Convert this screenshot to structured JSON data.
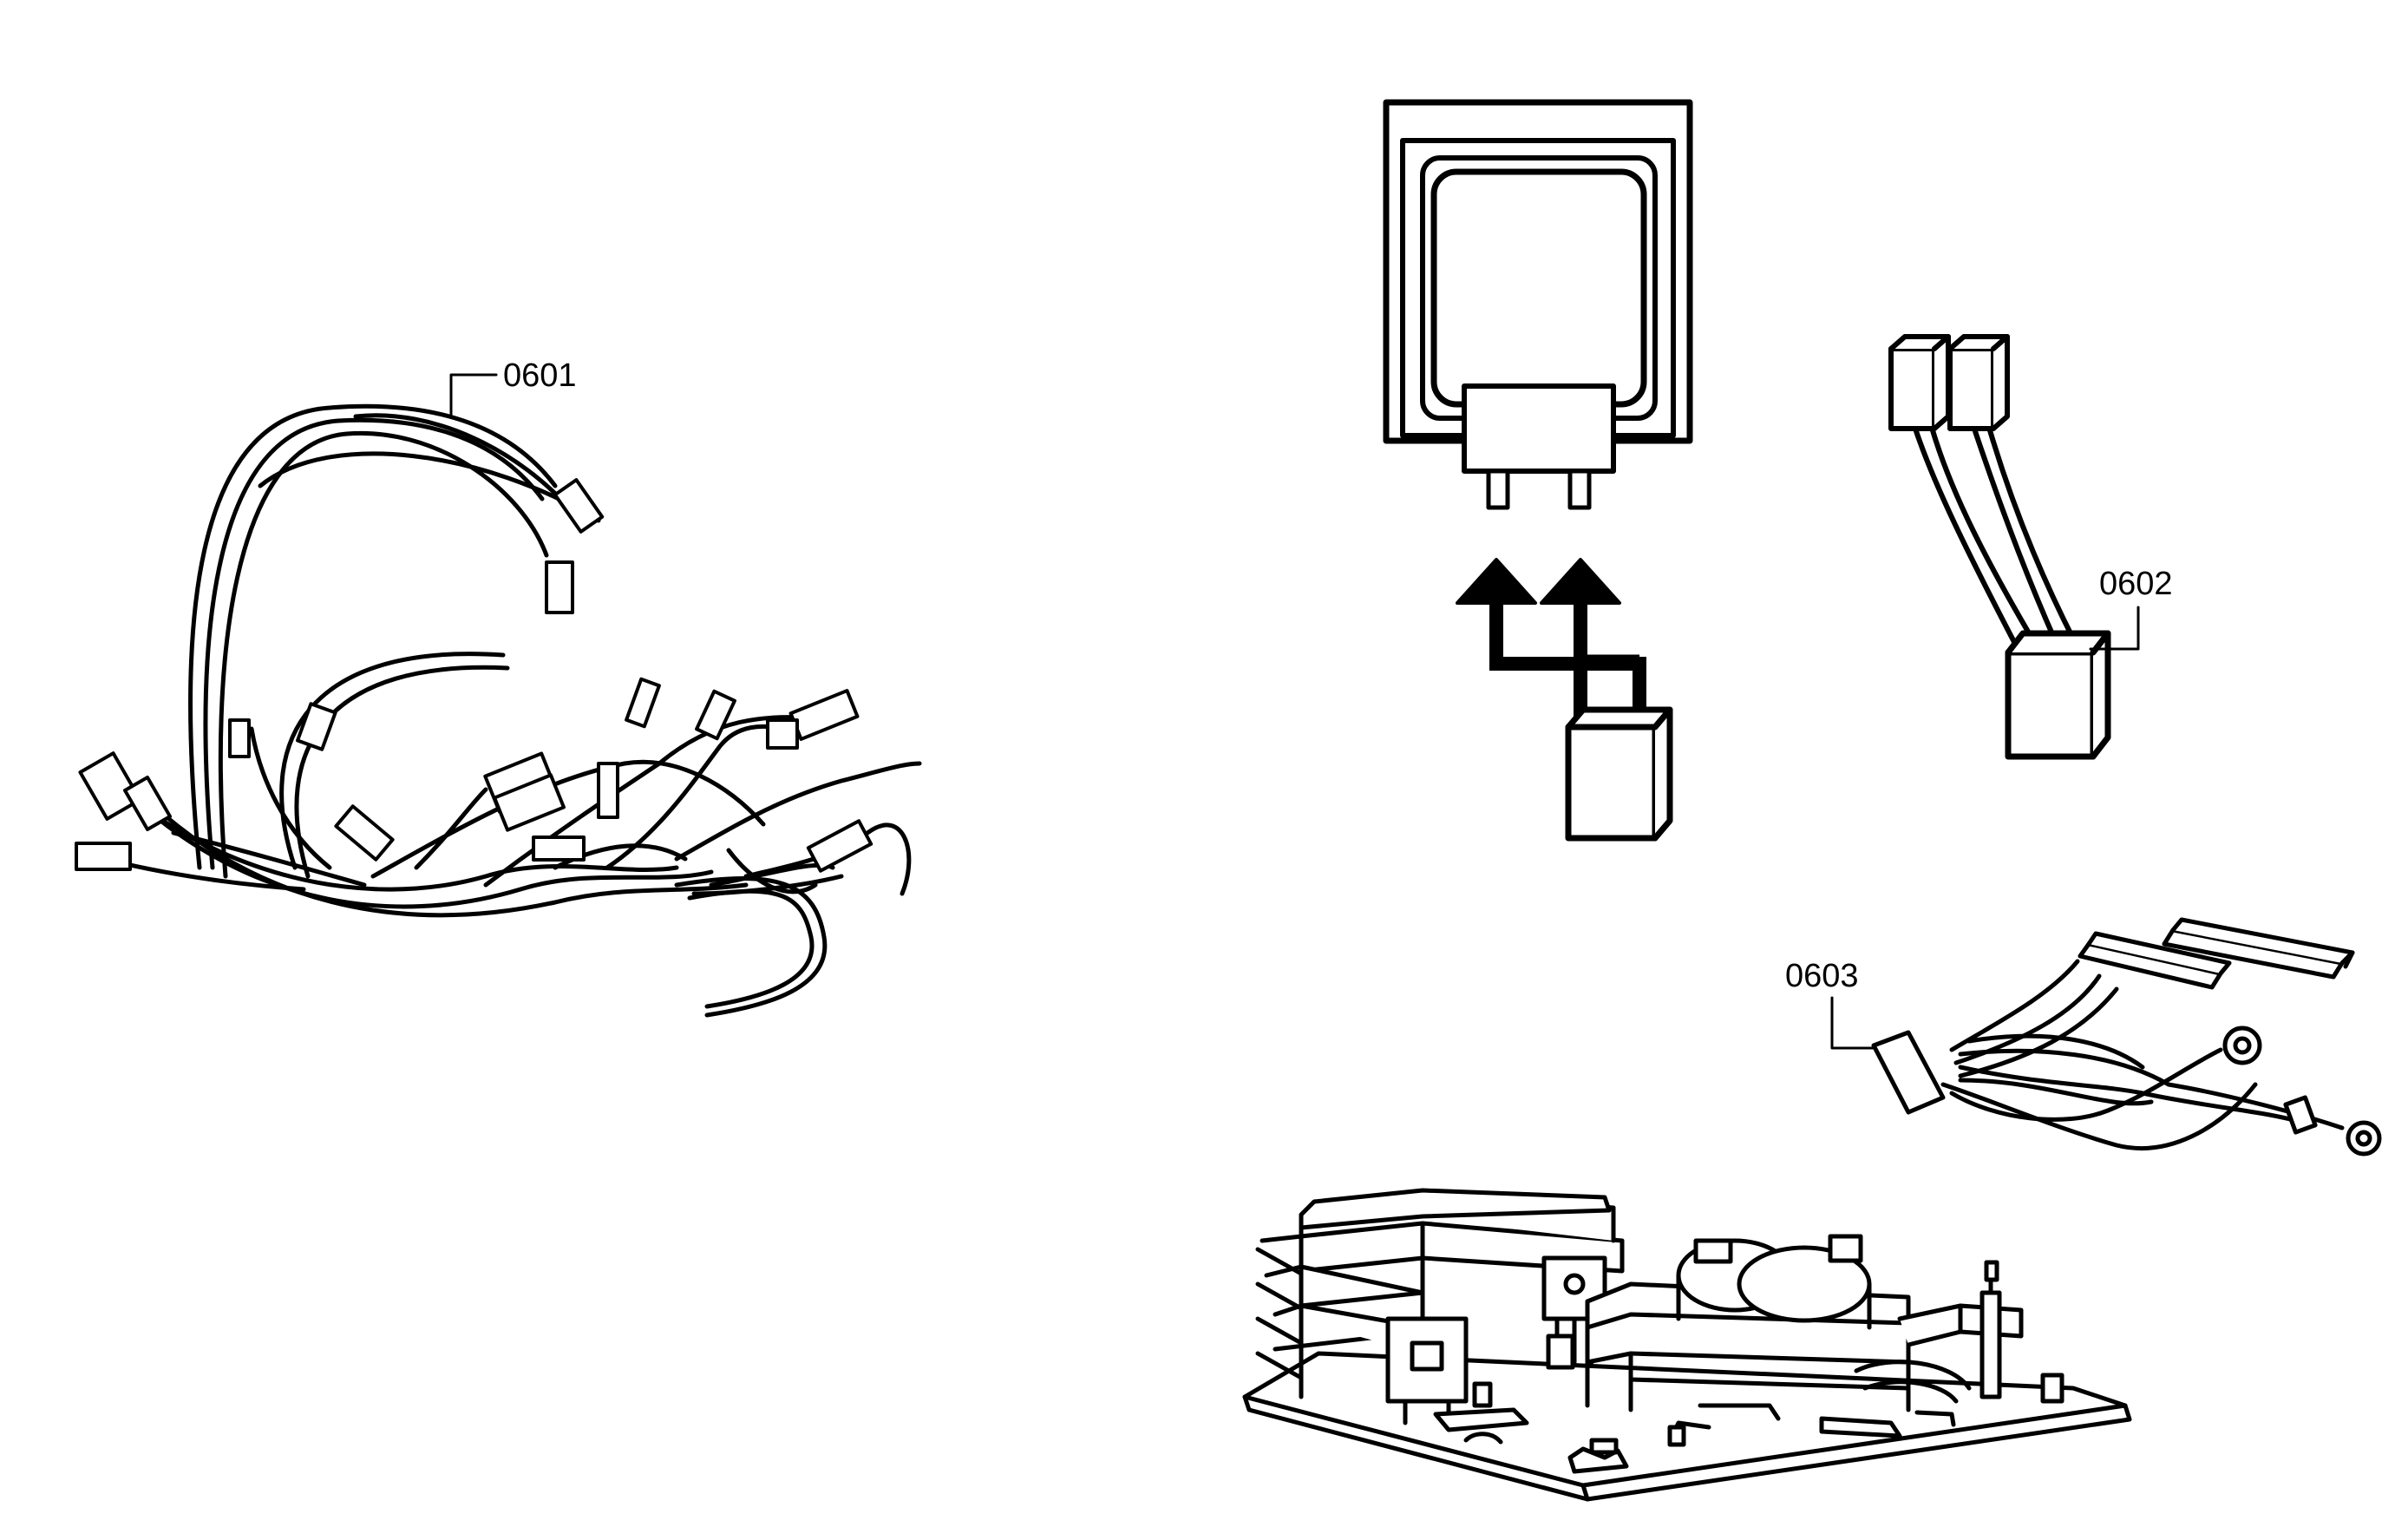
{
  "parts": [
    {
      "id": "harness",
      "label": "0601"
    },
    {
      "id": "connectors",
      "label": "0602"
    },
    {
      "id": "small-harness",
      "label": "0603"
    }
  ],
  "colors": {
    "line": "#000000",
    "fill": "#ffffff"
  }
}
